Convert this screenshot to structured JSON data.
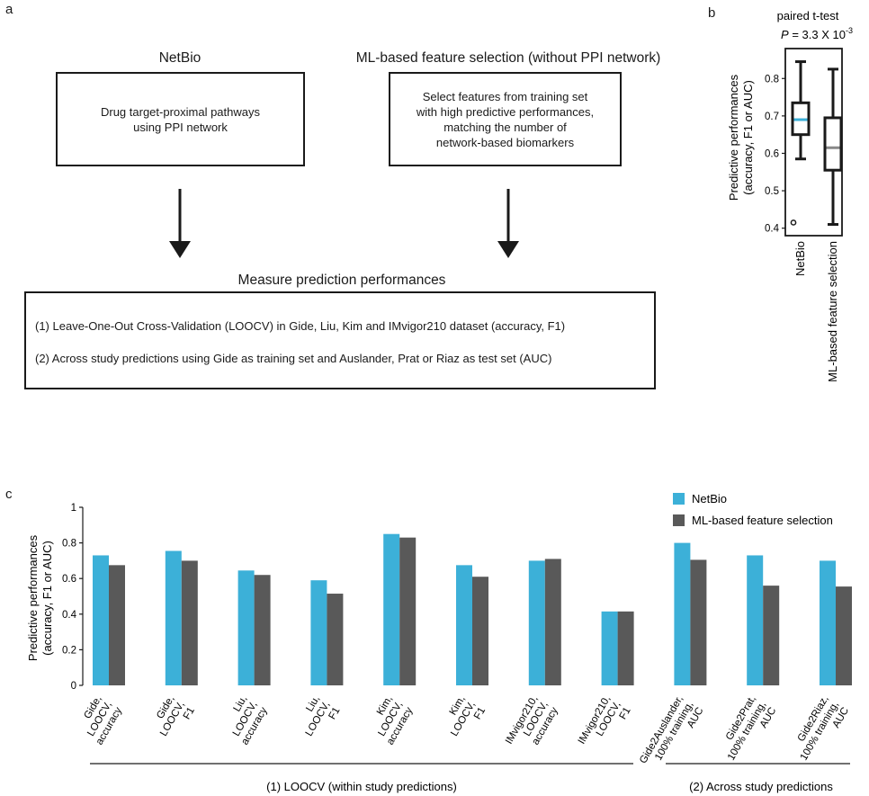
{
  "panels": {
    "a": "a",
    "b": "b",
    "c": "c"
  },
  "flow": {
    "left_title": "NetBio",
    "left_box_lines": [
      "Drug target-proximal pathways",
      "using PPI network"
    ],
    "right_title": "ML-based feature selection (without PPI network)",
    "right_box_lines": [
      "Select features from training set",
      "with high predictive performances,",
      "matching the number of",
      "network-based biomarkers"
    ],
    "measure_title": "Measure prediction performances",
    "measure_items": [
      "(1) Leave-One-Out Cross-Validation (LOOCV) in Gide, Liu, Kim and IMvigor210 dataset (accuracy, F1)",
      "(2) Across study predictions using Gide as training set and Auslander, Prat or Riaz as test set (AUC)"
    ]
  },
  "boxplot": {
    "test_label": "paired t-test",
    "p_label": "P",
    "p_value_text": " = 3.3 X 10",
    "p_exponent": "-3",
    "ylabel_lines": [
      "Predictive performances",
      "(accuracy, F1 or AUC)"
    ],
    "yticks": [
      "0.4",
      "0.5",
      "0.6",
      "0.7",
      "0.8"
    ],
    "ylim": [
      0.38,
      0.88
    ],
    "groups": [
      {
        "name": "NetBio",
        "q1": 0.65,
        "median": 0.69,
        "q3": 0.735,
        "whisker_low": 0.585,
        "whisker_high": 0.845,
        "outliers": [
          0.415
        ],
        "median_color": "#3cb0d8"
      },
      {
        "name": "ML-based feature selection",
        "q1": 0.555,
        "median": 0.615,
        "q3": 0.695,
        "whisker_low": 0.41,
        "whisker_high": 0.825,
        "outliers": [],
        "median_color": "#888888"
      }
    ]
  },
  "chart_data": {
    "type": "bar",
    "categories": [
      [
        "Gide,",
        "LOOCV,",
        "accuracy"
      ],
      [
        "Gide,",
        "LOOCV,",
        "F1"
      ],
      [
        "Liu,",
        "LOOCV,",
        "accuracy"
      ],
      [
        "Liu,",
        "LOOCV,",
        "F1"
      ],
      [
        "Kim,",
        "LOOCV,",
        "accuracy"
      ],
      [
        "Kim,",
        "LOOCV,",
        "F1"
      ],
      [
        "IMvigor210,",
        "LOOCV,",
        "accuracy"
      ],
      [
        "IMvigor210,",
        "LOOCV,",
        "F1"
      ],
      [
        "Gide2Auslander,",
        "100% training,",
        "AUC"
      ],
      [
        "Gide2Prat,",
        "100% training,",
        "AUC"
      ],
      [
        "Gide2Riaz,",
        "100% training,",
        "AUC"
      ]
    ],
    "series": [
      {
        "name": "NetBio",
        "color": "#3cb0d8",
        "values": [
          0.73,
          0.755,
          0.645,
          0.59,
          0.85,
          0.675,
          0.7,
          0.415,
          0.8,
          0.73,
          0.7
        ]
      },
      {
        "name": "ML-based feature selection",
        "color": "#595959",
        "values": [
          0.675,
          0.7,
          0.62,
          0.515,
          0.83,
          0.61,
          0.71,
          0.415,
          0.705,
          0.56,
          0.555
        ]
      }
    ],
    "ylabel_lines": [
      "Predictive performances",
      "(accuracy, F1 or AUC)"
    ],
    "yticks": [
      "0",
      "0.2",
      "0.4",
      "0.6",
      "0.8",
      "1"
    ],
    "ylim": [
      0,
      1
    ],
    "legend_position": "top-right",
    "groups": [
      {
        "label": "(1) LOOCV (within study predictions)"
      },
      {
        "label": "(2) Across study predictions"
      }
    ]
  }
}
